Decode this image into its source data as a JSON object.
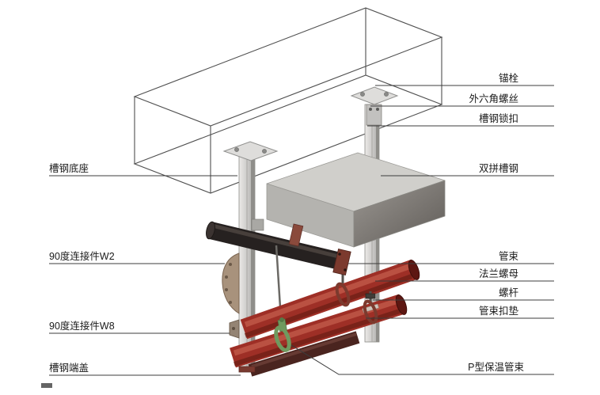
{
  "diagram": {
    "kind": "isometric-pipe-support-assembly",
    "labels": {
      "left": [
        {
          "id": "channel-base",
          "text": "槽钢底座"
        },
        {
          "id": "connector-90deg-w2",
          "text": "90度连接件W2"
        },
        {
          "id": "connector-90deg-w8",
          "text": "90度连接件W8"
        },
        {
          "id": "channel-end-cap",
          "text": "槽钢端盖"
        }
      ],
      "right": [
        {
          "id": "anchor-bolt",
          "text": "锚栓"
        },
        {
          "id": "hex-screw",
          "text": "外六角螺丝"
        },
        {
          "id": "channel-lock",
          "text": "槽钢锁扣"
        },
        {
          "id": "double-channel-steel",
          "text": "双拼槽钢"
        },
        {
          "id": "pipe-clamp",
          "text": "管束"
        },
        {
          "id": "flange-nut",
          "text": "法兰螺母"
        },
        {
          "id": "screw-rod",
          "text": "螺杆"
        },
        {
          "id": "pipe-clamp-pad",
          "text": "管束扣垫"
        },
        {
          "id": "p-type-insulated-clamp",
          "text": "P型保温管束"
        }
      ]
    },
    "colors": {
      "background": "#ffffff",
      "leader_line": "#3c3c3c",
      "wireframe": "#4f4f4f",
      "steel_light": "#dedddb",
      "steel_mid": "#b9b8b6",
      "steel_dark": "#8f8e8a",
      "beam_black": "#262120",
      "pipe_red": "#9e2f26",
      "pipe_dark": "#4a241f",
      "clamp_red": "#7c3a2e",
      "clamp_green": "#6f9a5f",
      "end_cap_red": "#7a3a30"
    }
  }
}
